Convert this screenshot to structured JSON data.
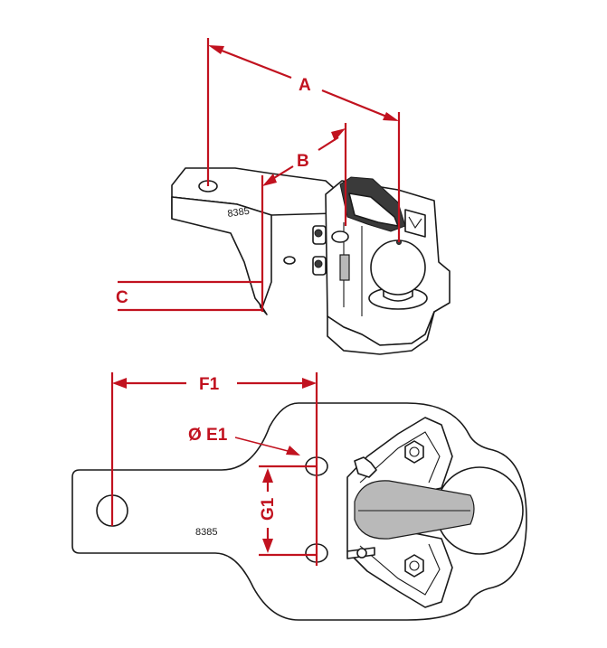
{
  "dimension_labels": {
    "a": "A",
    "b": "B",
    "c": "C",
    "f1": "F1",
    "e1": "Ø E1",
    "g1": "G1"
  },
  "part_number": "8385",
  "colors": {
    "dimension": "#c1121f",
    "outline": "#1a1a1a"
  }
}
